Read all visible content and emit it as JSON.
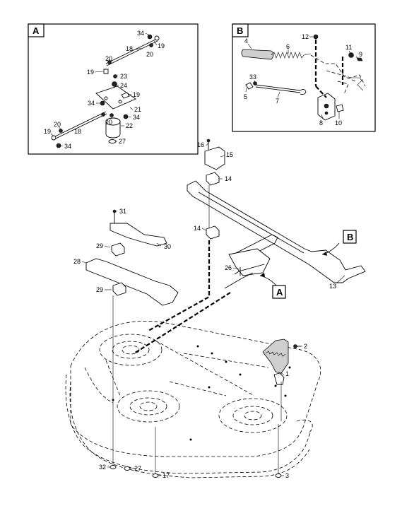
{
  "insets": {
    "a": {
      "title": "A"
    },
    "b": {
      "title": "B"
    }
  },
  "callouts": {
    "a_ref": "A",
    "b_ref": "B"
  },
  "labels_inset_a": [
    "34",
    "19",
    "18",
    "20",
    "20",
    "19",
    "23",
    "24",
    "19",
    "34",
    "21",
    "20",
    "34",
    "22",
    "20",
    "18",
    "19",
    "34",
    "27"
  ],
  "labels_inset_b": [
    "4",
    "6",
    "12",
    "11",
    "9",
    "33",
    "5",
    "7",
    "8",
    "10"
  ],
  "labels_main": [
    "16",
    "15",
    "14",
    "31",
    "14",
    "30",
    "29",
    "28",
    "26",
    "13",
    "29",
    "2",
    "1",
    "32",
    "27",
    "17",
    "3"
  ]
}
